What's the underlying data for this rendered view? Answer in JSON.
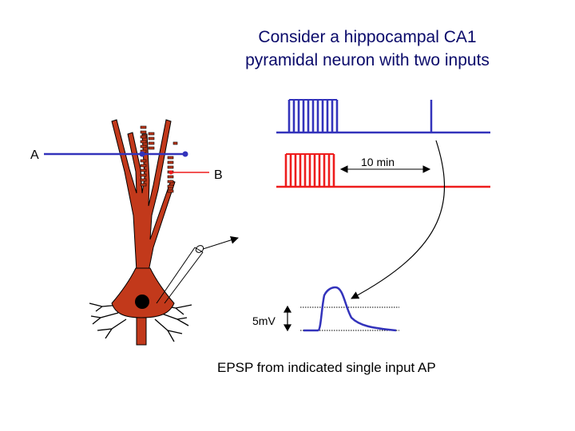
{
  "title": {
    "line1": "Consider a hippocampal CA1",
    "line2": "pyramidal neuron with two inputs"
  },
  "labels": {
    "input_a": "A",
    "input_b": "B",
    "interval": "10 min",
    "scale": "5mV",
    "caption": "EPSP from indicated single input AP"
  },
  "colors": {
    "input_a": "#3333bb",
    "input_b": "#ee1c1c",
    "neuron": "#c2391b",
    "title": "#0a0a6a"
  }
}
